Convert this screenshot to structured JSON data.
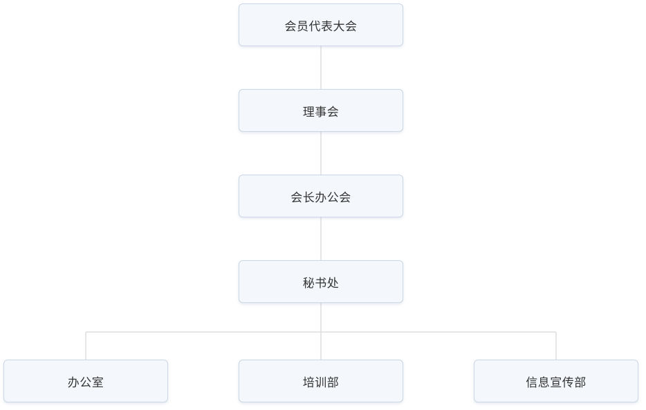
{
  "org_chart": {
    "nodes": [
      {
        "id": "n1",
        "label": "会员代表大会"
      },
      {
        "id": "n2",
        "label": "理事会"
      },
      {
        "id": "n3",
        "label": "会长办公会"
      },
      {
        "id": "n4",
        "label": "秘书处"
      },
      {
        "id": "n5",
        "label": "办公室"
      },
      {
        "id": "n6",
        "label": "培训部"
      },
      {
        "id": "n7",
        "label": "信息宣传部"
      }
    ],
    "edges": [
      {
        "from": "n1",
        "to": "n2"
      },
      {
        "from": "n2",
        "to": "n3"
      },
      {
        "from": "n3",
        "to": "n4"
      },
      {
        "from": "n4",
        "to": "n5"
      },
      {
        "from": "n4",
        "to": "n6"
      },
      {
        "from": "n4",
        "to": "n7"
      }
    ],
    "colors": {
      "node_fill": "#f4f7fb",
      "node_border": "#c9d7e8",
      "connector": "#dedede",
      "text": "#333333"
    }
  }
}
